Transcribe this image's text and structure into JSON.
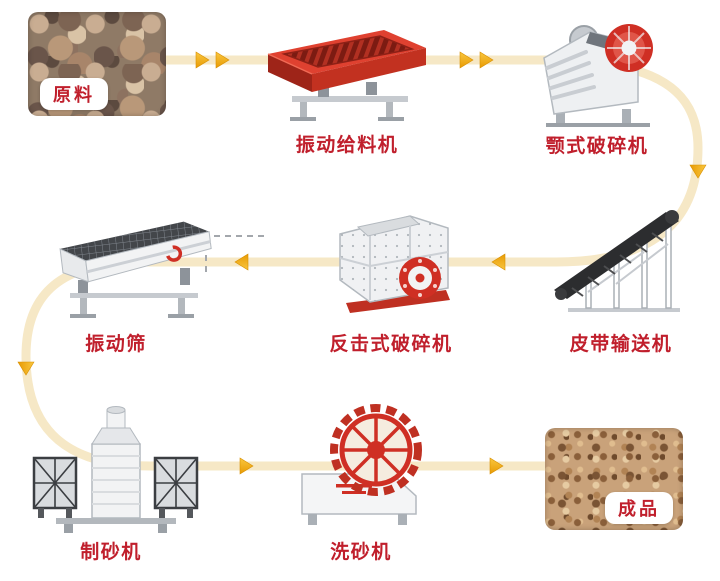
{
  "page": {
    "background": "#ffffff"
  },
  "colors": {
    "label_red": "#c01f2c",
    "flow_line": "#f6e8c6",
    "arrow_gold": "#f2ae17",
    "machine_red": "#cf2f24",
    "dashed_gray": "#a3a7ac"
  },
  "nodes": {
    "raw_material": {
      "label": "原料",
      "type": "photo"
    },
    "vibrating_feeder": {
      "label": "振动给料机"
    },
    "jaw_crusher": {
      "label": "颚式破碎机"
    },
    "belt_conveyor": {
      "label": "皮带输送机"
    },
    "impact_crusher": {
      "label": "反击式破碎机"
    },
    "vibrating_screen": {
      "label": "振动筛"
    },
    "sand_maker": {
      "label": "制砂机"
    },
    "sand_washer": {
      "label": "洗砂机"
    },
    "finished_product": {
      "label": "成品",
      "type": "photo"
    }
  },
  "flow_sequence": [
    "raw_material",
    "vibrating_feeder",
    "jaw_crusher",
    "belt_conveyor",
    "impact_crusher",
    "vibrating_screen",
    "sand_maker",
    "sand_washer",
    "finished_product"
  ],
  "recirculation": {
    "from": "vibrating_screen",
    "to": "impact_crusher",
    "style": "dashed"
  }
}
